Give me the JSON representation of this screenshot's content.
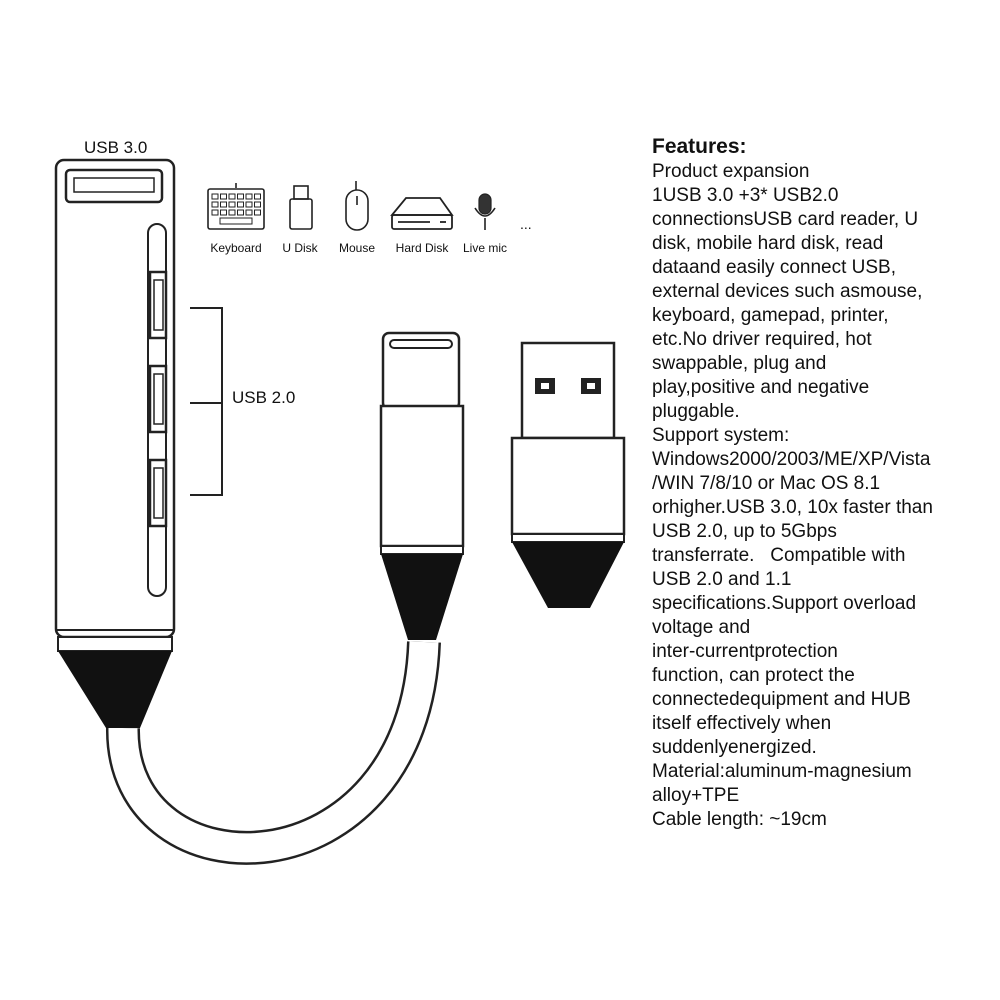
{
  "labels": {
    "usb3": "USB 3.0",
    "usb2": "USB 2.0"
  },
  "devices": [
    {
      "label": "Keyboard",
      "icon": "keyboard-icon"
    },
    {
      "label": "U Disk",
      "icon": "u-disk-icon"
    },
    {
      "label": "Mouse",
      "icon": "mouse-icon"
    },
    {
      "label": "Hard Disk",
      "icon": "hard-disk-icon"
    },
    {
      "label": "Live mic",
      "icon": "microphone-icon"
    }
  ],
  "more_devices": "...",
  "features": {
    "title": "Features:",
    "lines": [
      "Product expansion",
      "1USB 3.0 +3* USB2.0",
      "connectionsUSB card reader, U",
      "disk, mobile hard disk, read",
      "dataand easily connect USB,",
      "external devices such asmouse,",
      "keyboard, gamepad, printer,",
      "etc.No driver required, hot",
      "swappable, plug and",
      "play,positive and negative",
      "pluggable.",
      "Support system:",
      "Windows2000/2003/ME/XP/Vista",
      "/WIN 7/8/10 or Mac OS 8.1",
      "orhigher.USB 3.0, 10x faster than",
      "USB 2.0, up to 5Gbps",
      "transferrate.   Compatible with",
      "USB 2.0 and 1.1",
      "specifications.Support overload",
      "voltage and",
      "inter-currentprotection",
      "function, can protect the",
      "connectedequipment and HUB",
      "itself effectively when",
      "suddenlyenergized.",
      "Material:aluminum-magnesium",
      "alloy+TPE",
      "Cable length: ~19cm"
    ]
  }
}
